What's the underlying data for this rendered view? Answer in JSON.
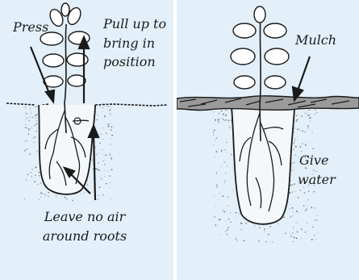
{
  "left_panel": {
    "labels": {
      "press": "Press",
      "pull_up_lines": [
        "Pull up to",
        "bring in",
        "position"
      ],
      "leave_no_air_lines": [
        "Leave no air",
        "around roots"
      ]
    }
  },
  "right_panel": {
    "labels": {
      "mulch": "Mulch",
      "give_water_lines": [
        "Give",
        "water"
      ]
    }
  },
  "colors": {
    "panel_background": "#e3f0fa",
    "ink": "#1a1a1a",
    "soil_speckle": "#555555"
  }
}
